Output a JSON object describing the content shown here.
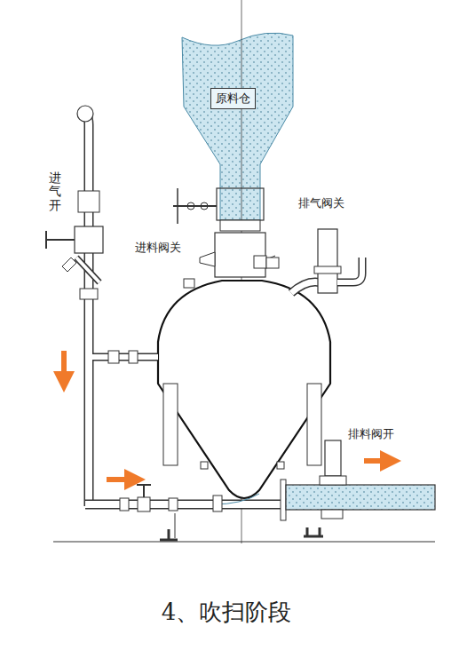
{
  "diagram": {
    "caption": "4、吹扫阶段",
    "nodes": [
      {
        "text": [
          "原料仓"
        ]
      }
    ],
    "labels": [
      "进气开",
      "进料阀关",
      "排气阀关",
      "排料阀开"
    ]
  }
}
